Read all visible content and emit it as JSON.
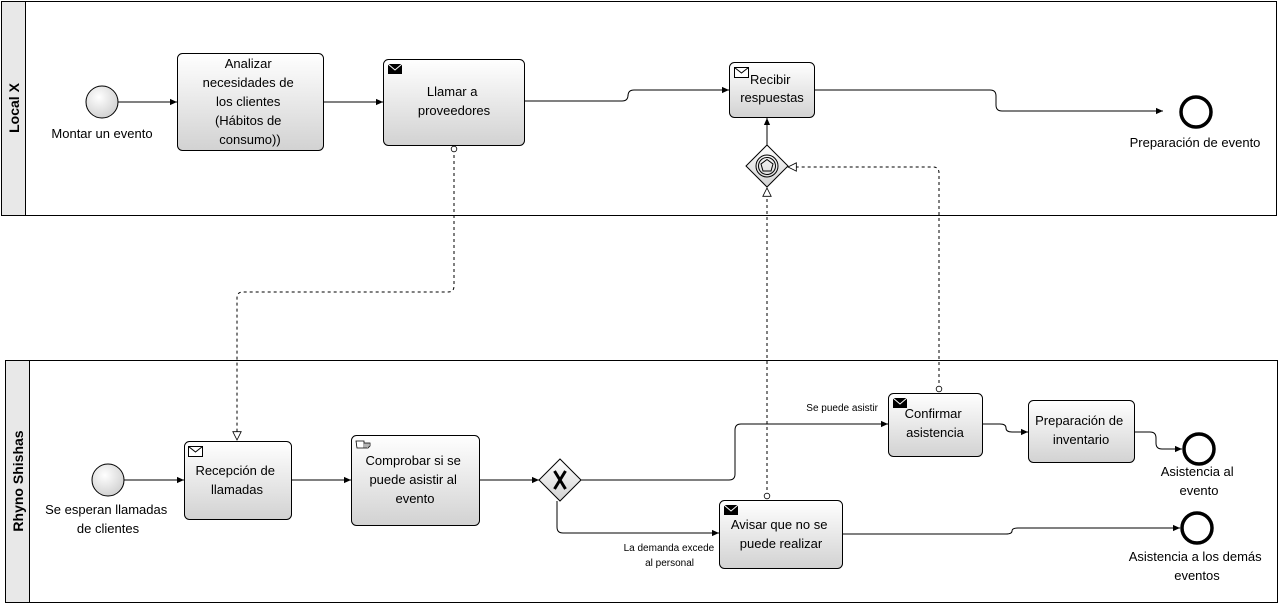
{
  "pools": {
    "top": {
      "label": "Local X"
    },
    "bottom": {
      "label": "Rhyno Shishas"
    }
  },
  "events": {
    "start_top": {
      "label": "Montar un evento"
    },
    "end_top": {
      "label": "Preparación de evento"
    },
    "start_bottom": {
      "label_lines": [
        "Se esperan llamadas",
        "de clientes"
      ]
    },
    "end_asistencia": {
      "label_lines": [
        "Asistencia al",
        "evento"
      ]
    },
    "end_demas": {
      "label_lines": [
        "Asistencia a los demás",
        "eventos"
      ]
    }
  },
  "tasks": {
    "analizar": {
      "lines": [
        "Analizar",
        "necesidades de",
        "los clientes",
        "(Hábitos de",
        "consumo))"
      ]
    },
    "llamar": {
      "lines": [
        "Llamar a",
        "proveedores"
      ]
    },
    "recibir": {
      "lines": [
        "Recibir",
        "respuestas"
      ]
    },
    "recepcion": {
      "lines": [
        "Recepción de",
        "llamadas"
      ]
    },
    "comprobar": {
      "lines": [
        "Comprobar si se",
        "puede asistir al",
        "evento"
      ]
    },
    "confirmar": {
      "lines": [
        "Confirmar",
        "asistencia"
      ]
    },
    "preparacion": {
      "lines": [
        "Preparación de",
        "inventario"
      ]
    },
    "avisar": {
      "lines": [
        "Avisar que no se",
        "puede realizar"
      ]
    }
  },
  "flows": {
    "se_puede": {
      "label": "Se puede asistir"
    },
    "demanda": {
      "label_lines": [
        "La demanda excede",
        "al personal"
      ]
    }
  },
  "colors": {
    "task_top": "#ffffff",
    "task_bottom": "#d0d0d0",
    "stroke": "#000000"
  }
}
